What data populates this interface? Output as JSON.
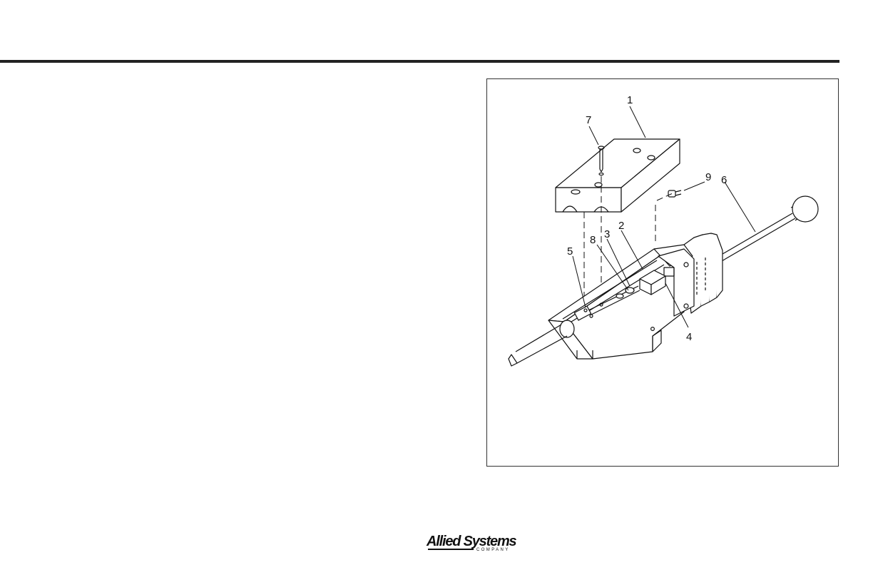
{
  "figure": {
    "callouts": [
      "1",
      "7",
      "9",
      "6",
      "2",
      "3",
      "8",
      "5",
      "4"
    ]
  },
  "footer": {
    "logo_text": "Allied Systems",
    "logo_sub": "COMPANY"
  }
}
